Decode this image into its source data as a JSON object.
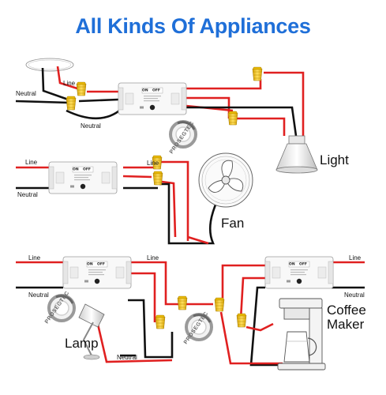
{
  "title": "All Kinds Of Appliances",
  "brand": "PROSEGTEC",
  "switch_module": {
    "on_label": "ON",
    "off_label": "OFF"
  },
  "wire_labels": {
    "line": "Line",
    "neutral": "Neutral"
  },
  "appliances": {
    "light": "Light",
    "fan": "Fan",
    "lamp": "Lamp",
    "coffee_maker_line1": "Coffee",
    "coffee_maker_line2": "Maker"
  },
  "colors": {
    "title": "#1f6fd8",
    "live_wire": "#e02020",
    "neutral_wire": "#111111",
    "wire_nut": "#f2c11c"
  }
}
